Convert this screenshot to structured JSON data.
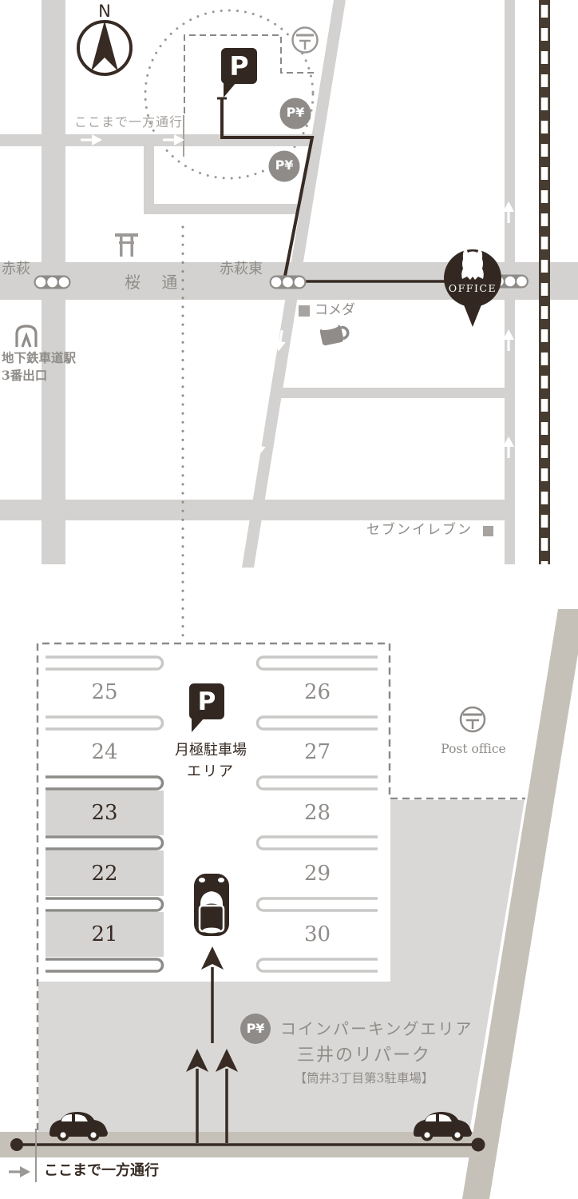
{
  "map": {
    "compass_label": "N",
    "one_way_label": "ここまで一方通行",
    "street_names": {
      "akahagi": "赤萩",
      "sakura_dori": "桜 通",
      "akahagi_higashi": "赤萩東"
    },
    "subway_station_line1": "地下鉄車道駅",
    "subway_station_line2": "3番出口",
    "landmark_komeda": "コメダ",
    "landmark_seven_eleven": "セブンイレブン",
    "office_label": "OFFICE",
    "monthly_parking_flag": "P",
    "coin_parking_badge": "P¥"
  },
  "parking_detail": {
    "monthly_area_label_line1": "月極駐車場",
    "monthly_area_label_line2": "エリア",
    "monthly_parking_flag": "P",
    "left_stalls": [
      "25",
      "24",
      "23",
      "22",
      "21"
    ],
    "right_stalls": [
      "26",
      "27",
      "28",
      "29",
      "30"
    ],
    "post_office_label": "Post office",
    "coin_parking_badge": "P¥",
    "coin_parking_area_label": "コインパーキングエリア",
    "coin_parking_name": "三井のリパーク",
    "coin_parking_sub_label": "【筒井3丁目第3駐車場】",
    "one_way_label": "ここまで一方通行"
  },
  "colors": {
    "ink": "#372b24",
    "road_gray": "#d3d2d0",
    "road_beige": "#c6c1b8",
    "coin_area_gray": "#d9d8d6",
    "stall_fill_gray": "#d5d4d2",
    "icon_gray": "#8e8b88",
    "label_gray": "#9b9896",
    "railway_brown": "#473c31"
  }
}
